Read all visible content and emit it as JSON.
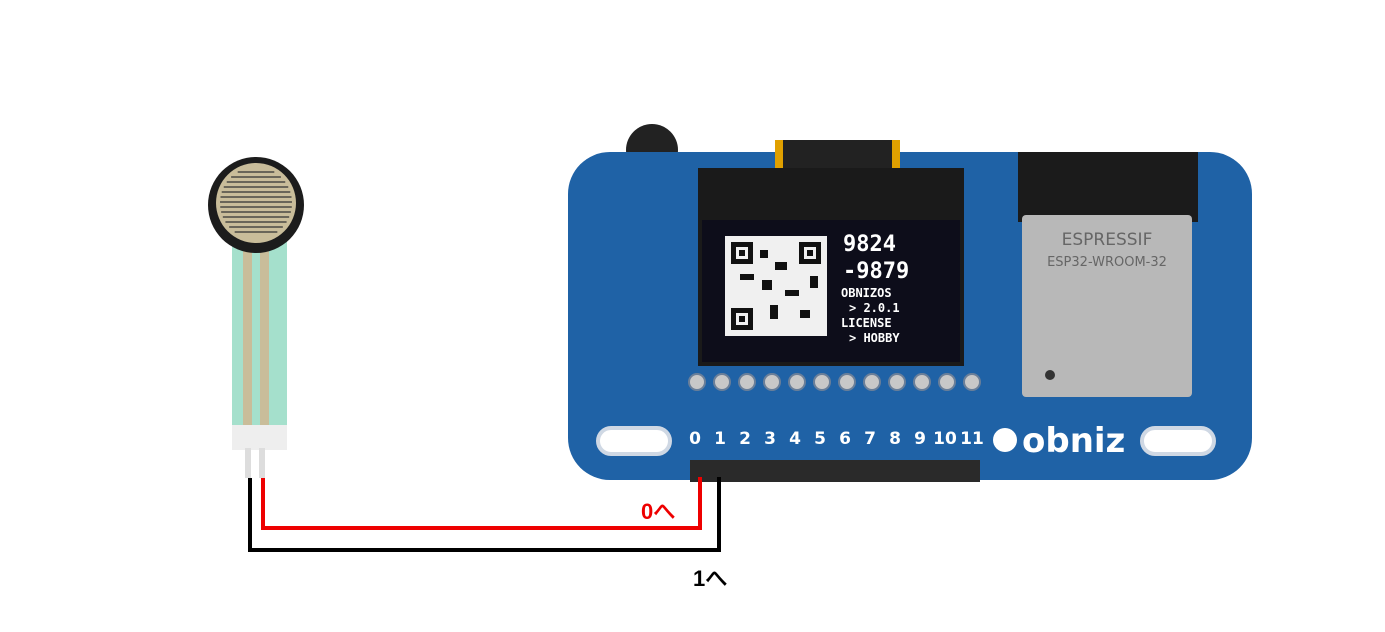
{
  "board": {
    "brand": "obniz",
    "pin_labels": [
      "0",
      "1",
      "2",
      "3",
      "4",
      "5",
      "6",
      "7",
      "8",
      "9",
      "10",
      "11"
    ],
    "color": "#1f62a6",
    "display": {
      "line1": "9824",
      "line2": "-9879",
      "line3": "OBNIZOS",
      "line4": "> 2.0.1",
      "line5": "LICENSE",
      "line6": "> HOBBY"
    },
    "module": {
      "maker": "ESPRESSIF",
      "model": "ESP32-WROOM-32"
    }
  },
  "sensor": {
    "name": "force-sensitive-resistor"
  },
  "wires": {
    "red": {
      "color": "#ee0000",
      "label": "0へ"
    },
    "black": {
      "color": "#000000",
      "label": "1へ"
    }
  }
}
